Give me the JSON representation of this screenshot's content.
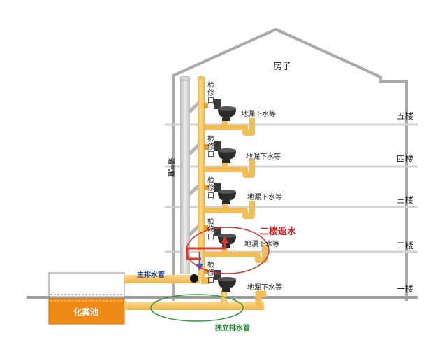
{
  "house": {
    "title": "房子"
  },
  "floors": [
    "五楼",
    "四楼",
    "三楼",
    "二楼",
    "一楼"
  ],
  "drain_label": "地漏下水等",
  "inspection_label": "检修口",
  "ventilation_label": "通气管",
  "backflow_label": "二楼返水",
  "main_pipe_label": "主排水管",
  "independent_pipe_label": "独立排水管",
  "septic_tank_label": "化粪池",
  "colors": {
    "pipe": "#f6c15c",
    "pipe_edge": "#e0a640",
    "vent_pipe": "#cfcfcf",
    "septic": "#f08a17",
    "backflow_text": "#d61c1c",
    "main_label": "#1b3fa0",
    "independent_label": "#1d8a2e",
    "red_ellipse": "#d93030",
    "green_ellipse": "#2e9a3c"
  }
}
